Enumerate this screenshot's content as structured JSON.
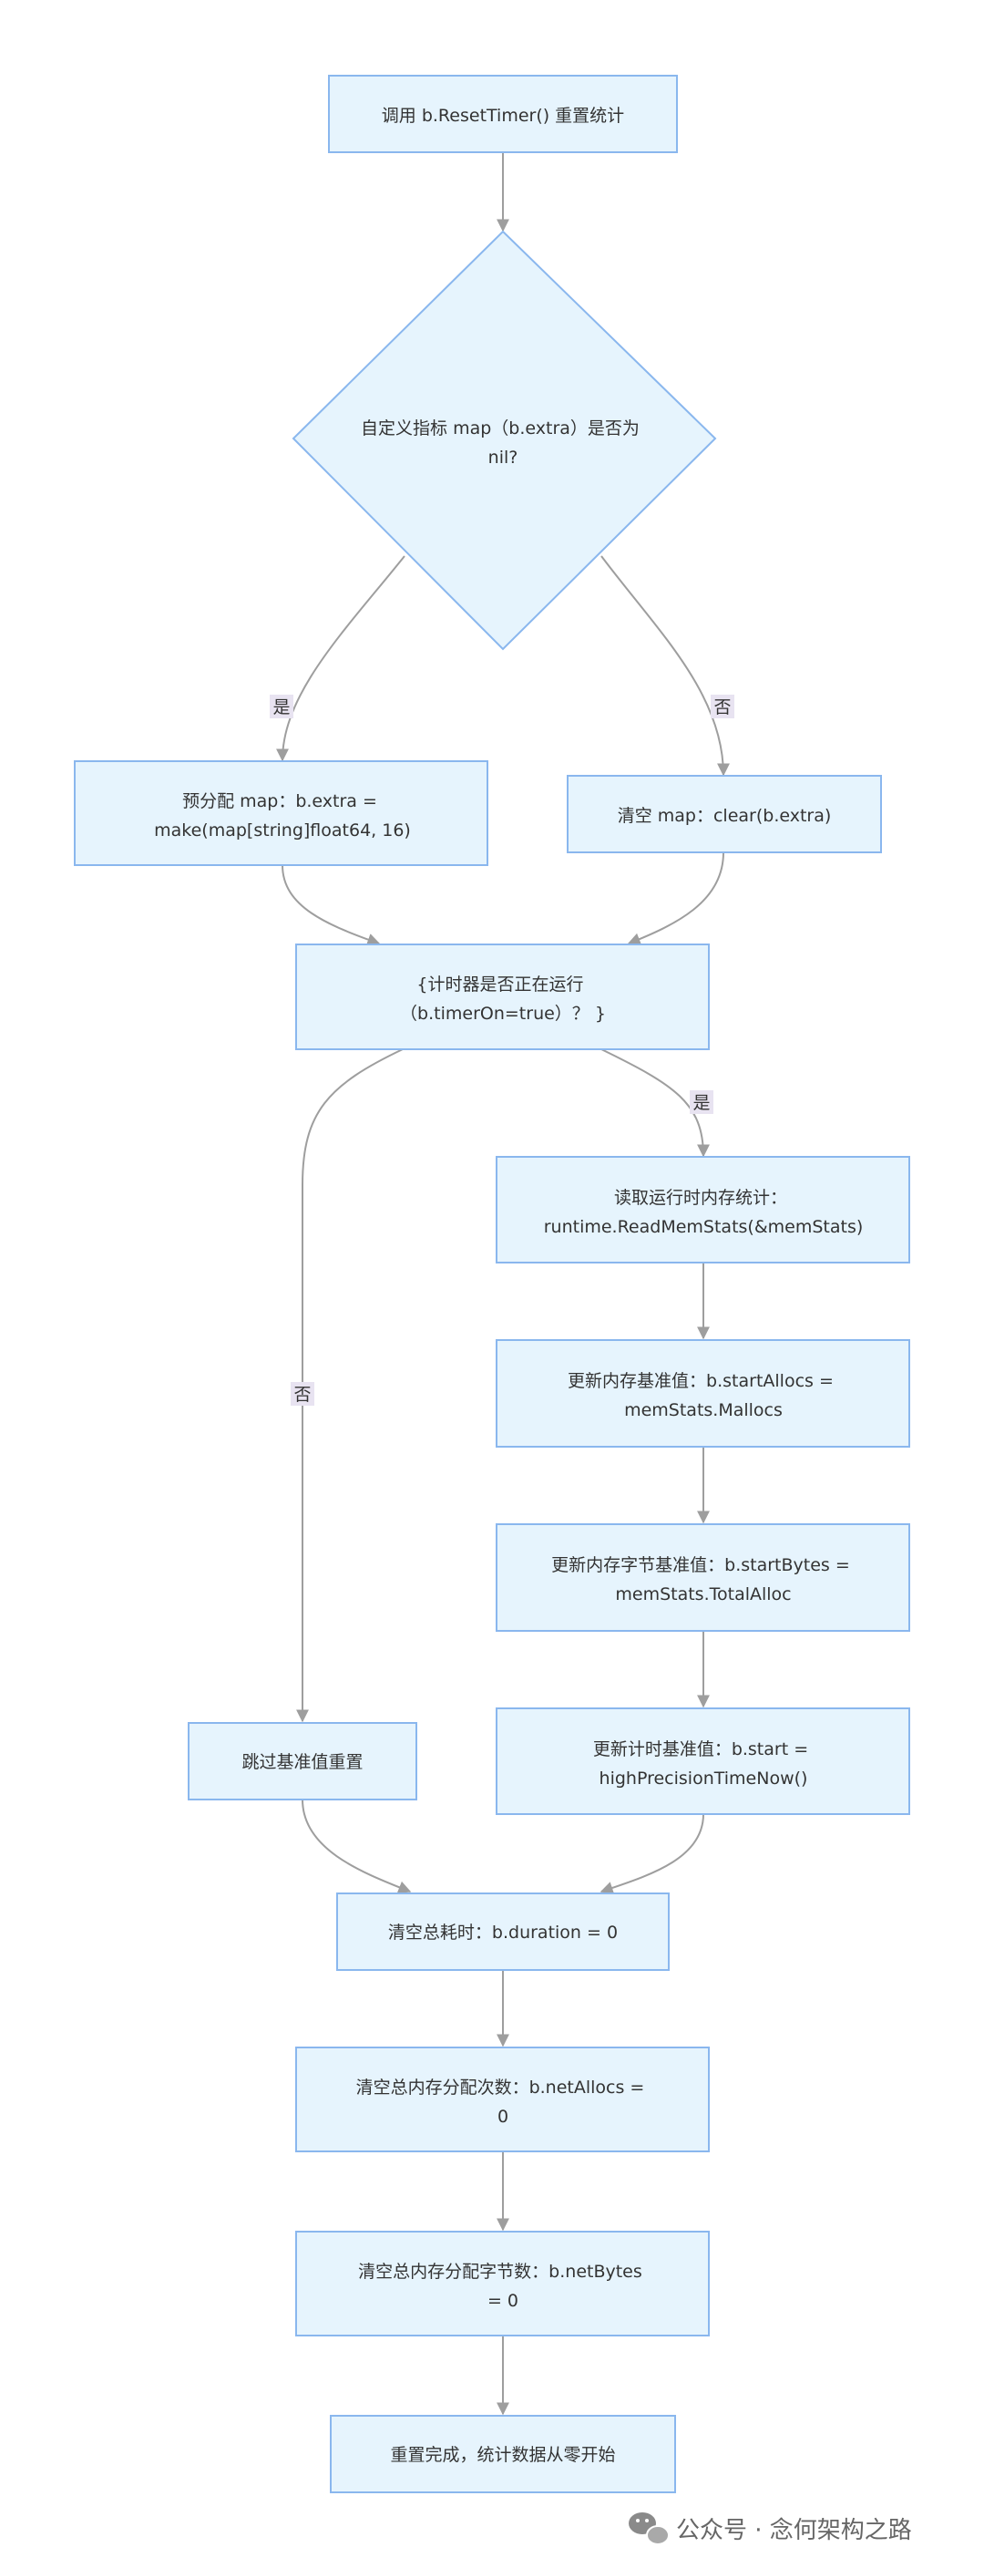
{
  "nodes": {
    "reset_timer": [
      "调用 b.ResetTimer() 重置统计"
    ],
    "check_extra": [
      "自定义指标 map（b.extra）是否为",
      "nil?"
    ],
    "prealloc": [
      "预分配 map：b.extra =",
      "make(map[string]float64, 16)"
    ],
    "clear_map": [
      "清空 map：clear(b.extra)"
    ],
    "timer_on": [
      "{计时器是否正在运行",
      "（b.timerOn=true）？ }"
    ],
    "read_mem": [
      "读取运行时内存统计：",
      "runtime.ReadMemStats(&memStats)"
    ],
    "start_allocs": [
      "更新内存基准值：b.startAllocs =",
      "memStats.Mallocs"
    ],
    "start_bytes": [
      "更新内存字节基准值：b.startBytes =",
      "memStats.TotalAlloc"
    ],
    "start_time": [
      "更新计时基准值：b.start =",
      "highPrecisionTimeNow()"
    ],
    "skip": [
      "跳过基准值重置"
    ],
    "duration": [
      "清空总耗时：b.duration = 0"
    ],
    "net_allocs": [
      "清空总内存分配次数：b.netAllocs =",
      "0"
    ],
    "net_bytes": [
      "清空总内存分配字节数：b.netBytes",
      "= 0"
    ],
    "done": [
      "重置完成，统计数据从零开始"
    ]
  },
  "edge_labels": {
    "yes_extra": "是",
    "no_extra": "否",
    "yes_timer": "是",
    "no_timer": "否"
  },
  "watermark": "公众号 · 念何架构之路",
  "colors": {
    "node_fill": "#e6f4fd",
    "node_stroke": "#8ab7ee",
    "edge": "#9e9e9e",
    "label_bg": "#e8e3f1"
  }
}
